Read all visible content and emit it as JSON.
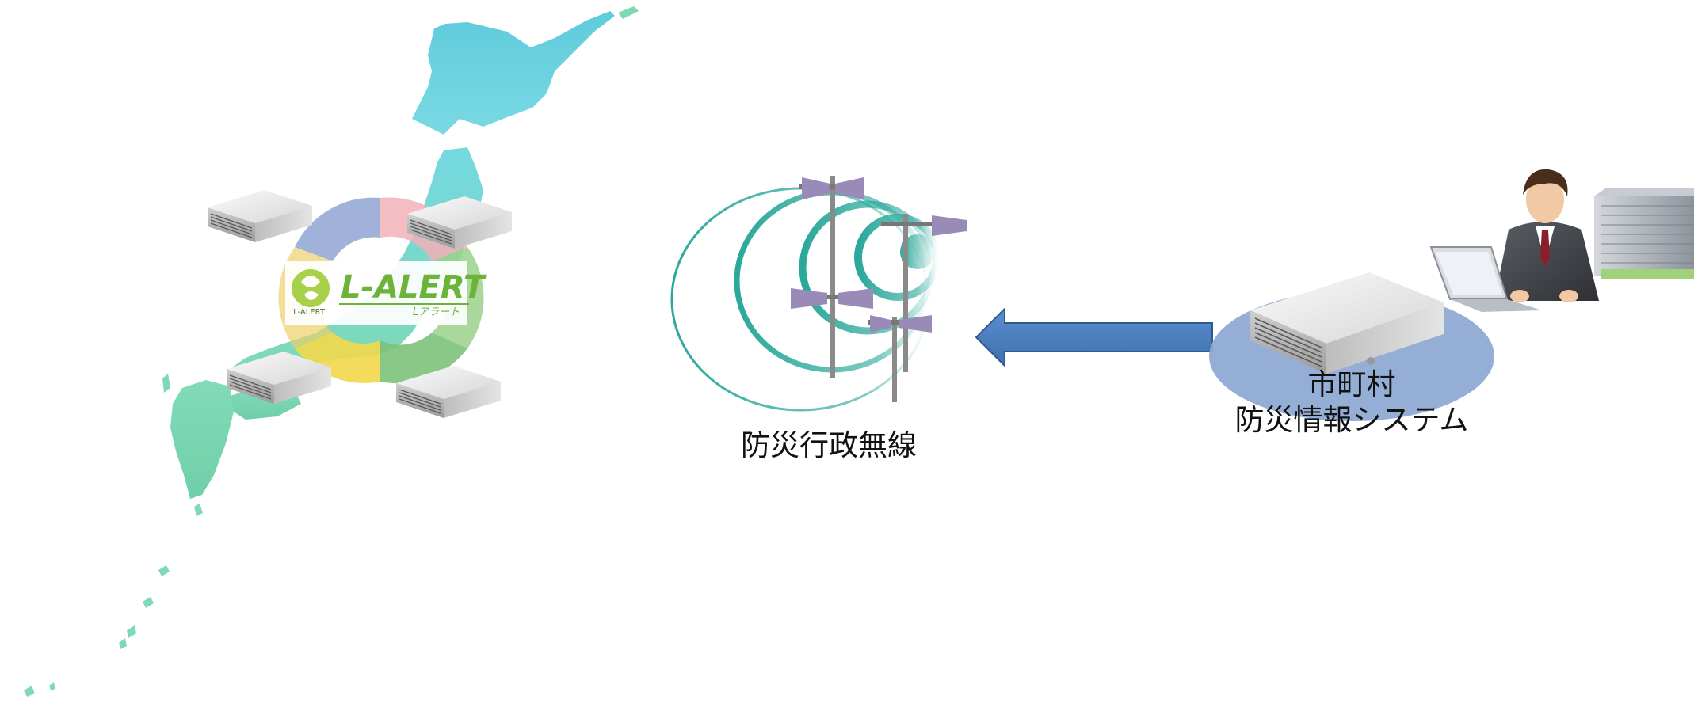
{
  "diagram": {
    "lalert": {
      "logo_text": "L-ALERT",
      "logo_subtext": "Lアラート",
      "badge_text": "L-ALERT"
    },
    "radio": {
      "label": "防災行政無線"
    },
    "municipal": {
      "label_line1": "市町村",
      "label_line2": "防災情報システム"
    },
    "arrow": {
      "direction": "right-to-left",
      "color": "#4f81bd"
    },
    "colors": {
      "map_north": "#6fd3df",
      "map_south": "#7ed8b8",
      "wave": "#2aa89a",
      "ellipse": "#8eaad3"
    }
  }
}
